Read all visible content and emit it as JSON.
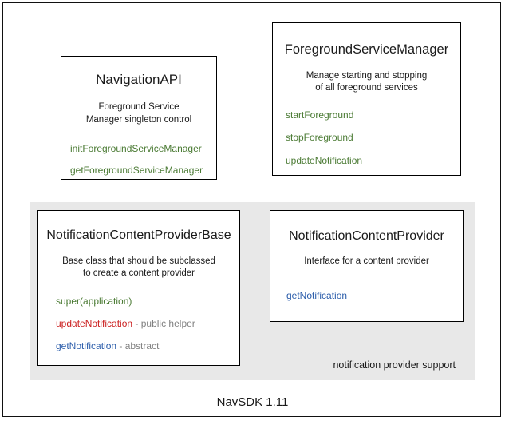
{
  "diagram": {
    "footer_label": "NavSDK 1.11",
    "group": {
      "label": "notification provider support",
      "background": "#e8e8e8"
    },
    "colors": {
      "green": "#4a7a33",
      "red": "#cc2222",
      "blue": "#2a5caa",
      "gray_note": "#808080",
      "text": "#1a1a1a",
      "border": "#000000",
      "page_background": "#ffffff"
    },
    "boxes": [
      {
        "id": "navigationapi",
        "title": "NavigationAPI",
        "description_line1": "Foreground Service",
        "description_line2": "Manager singleton control",
        "methods": [
          {
            "name": "initForegroundServiceManager",
            "color": "green",
            "note": ""
          },
          {
            "name": "getForegroundServiceManager",
            "color": "green",
            "note": ""
          }
        ]
      },
      {
        "id": "foregroundservicemanager",
        "title": "ForegroundServiceManager",
        "description_line1": "Manage starting and stopping",
        "description_line2": "of all foreground services",
        "methods": [
          {
            "name": "startForeground",
            "color": "green",
            "note": ""
          },
          {
            "name": "stopForeground",
            "color": "green",
            "note": ""
          },
          {
            "name": "updateNotification",
            "color": "green",
            "note": ""
          }
        ]
      },
      {
        "id": "notificationcontentproviderbase",
        "title": "NotificationContentProviderBase",
        "description_line1": "Base class that should be subclassed",
        "description_line2": "to create a content provider",
        "methods": [
          {
            "name": "super(application)",
            "color": "green",
            "note": ""
          },
          {
            "name": "updateNotification",
            "color": "red",
            "note": " - public helper"
          },
          {
            "name": "getNotification",
            "color": "blue",
            "note": " - abstract"
          }
        ]
      },
      {
        "id": "notificationcontentprovider",
        "title": "NotificationContentProvider",
        "description_line1": "Interface for a content provider",
        "description_line2": "",
        "methods": [
          {
            "name": "getNotification",
            "color": "blue",
            "note": ""
          }
        ]
      }
    ]
  }
}
